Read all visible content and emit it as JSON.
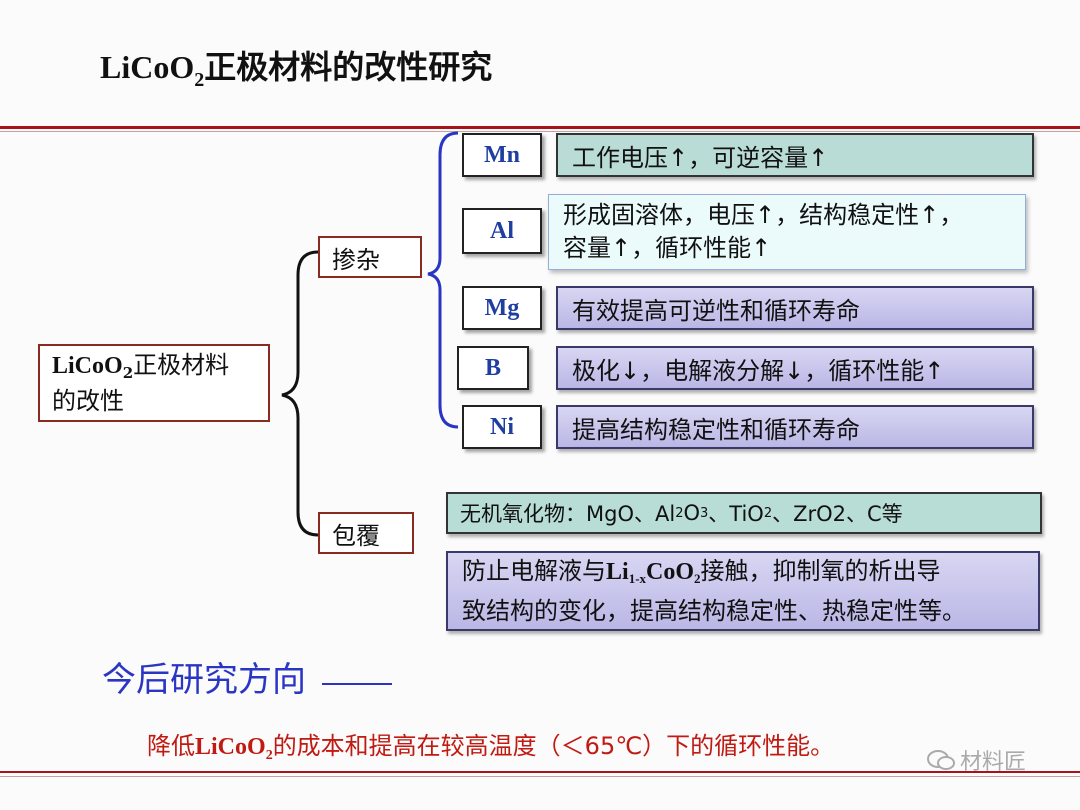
{
  "title": {
    "prefix": "LiCoO",
    "sub": "2",
    "suffix": "正极材料的改性研究"
  },
  "root": {
    "prefix": "LiCoO",
    "sub": "2",
    "line1_suffix": "正极材料",
    "line2": "的改性"
  },
  "branches": {
    "doping": "掺杂",
    "coating": "包覆"
  },
  "elements": [
    "Mn",
    "Al",
    "Mg",
    "B",
    "Ni"
  ],
  "doping_effects": [
    "工作电压↑，可逆容量↑",
    [
      "形成固溶体，电压↑，结构稳定性↑，",
      "容量↑，循环性能↑"
    ],
    "有效提高可逆性和循环寿命",
    "极化↓，电解液分解↓，循环性能↑",
    "提高结构稳定性和循环寿命"
  ],
  "coating": {
    "inorganic": {
      "label": "无机氧化物：MgO、Al",
      "a_sub": "2",
      "o": "O",
      "b_sub": "3",
      "mid": "、TiO",
      "c_sub": "2",
      "tail": "、ZrO2、C等"
    },
    "protect": {
      "pre": "防止电解液与",
      "formula": "Li",
      "formula_sub": "1-x",
      "formula_rest": "CoO",
      "formula_sub2": "2",
      "post": "接触，抑制氧的析出导",
      "line2": "致结构的变化，提高结构稳定性、热稳定性等。"
    }
  },
  "future": {
    "heading": "今后研究方向",
    "pre": "降低",
    "formula": "LiCoO",
    "formula_sub": "2",
    "post": "的成本和提高在较高温度（＜65℃）下的循环性能。"
  },
  "watermark": "材料匠",
  "colors": {
    "accent_red": "#a8121a",
    "blue": "#2a35c4",
    "teal": "#b9dcd6",
    "lavender": "#c8c6ee"
  }
}
